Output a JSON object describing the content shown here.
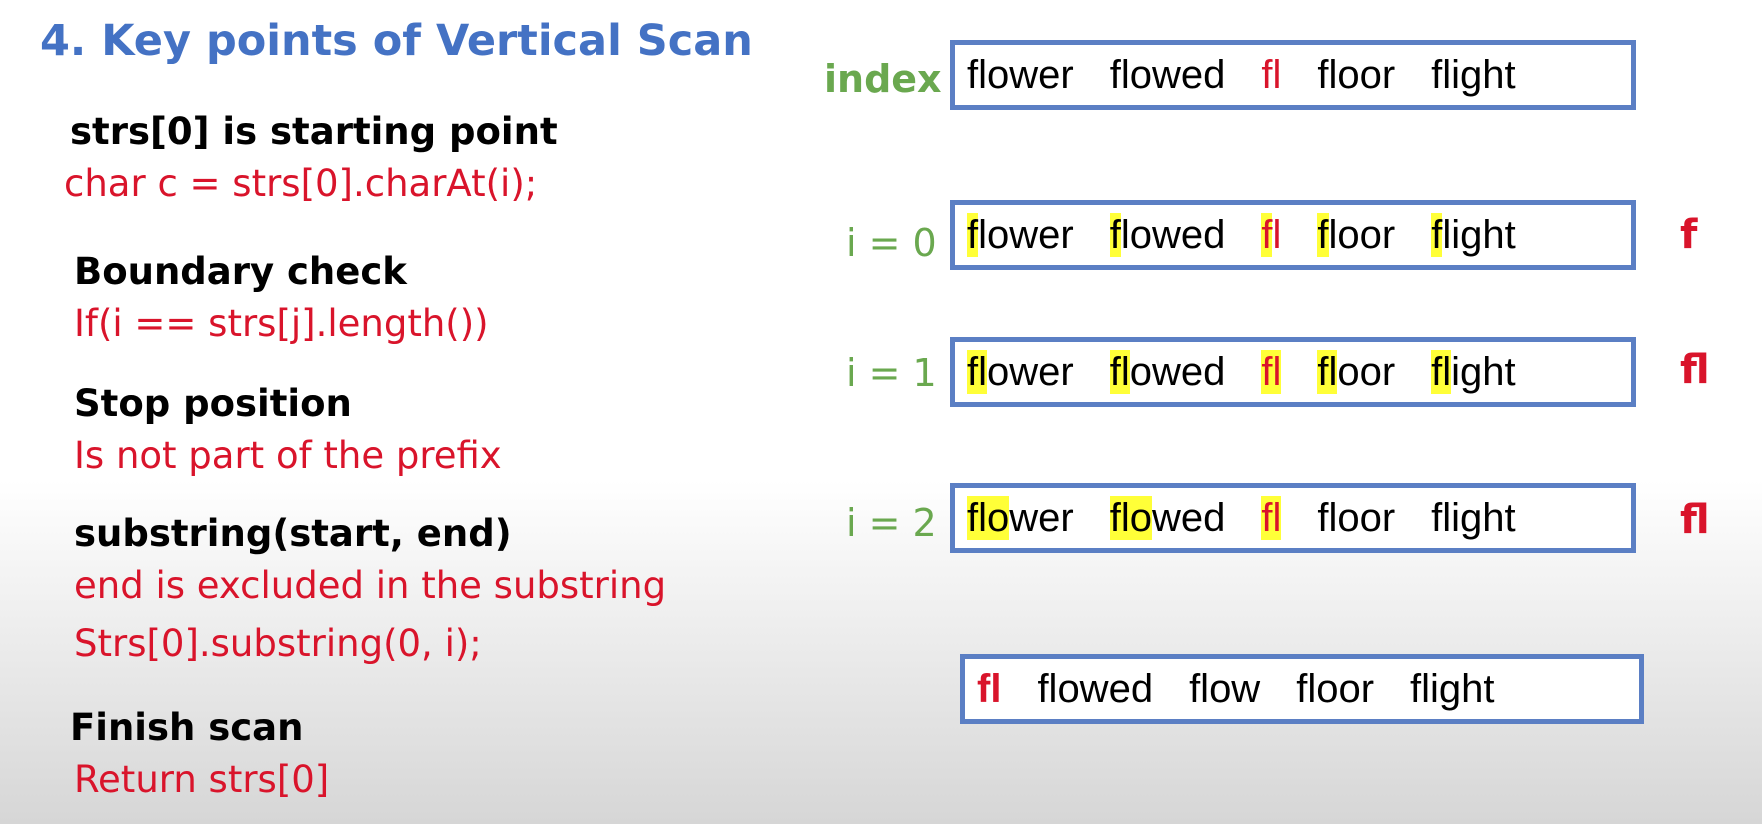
{
  "title": "4. Key points of Vertical Scan",
  "points": [
    {
      "heading": "strs[0] is starting point",
      "lines": [
        "char c = strs[0].charAt(i);"
      ]
    },
    {
      "heading": "Boundary check",
      "lines": [
        "If(i == strs[j].length())"
      ]
    },
    {
      "heading": "Stop position",
      "lines": [
        "Is not part of the prefix"
      ]
    },
    {
      "heading": "substring(start, end)",
      "lines": [
        "end is excluded in the substring",
        "Strs[0].substring(0, i);"
      ]
    },
    {
      "heading": "Finish scan",
      "lines": [
        "Return strs[0]"
      ]
    }
  ],
  "rows": [
    {
      "label": "index",
      "result": "",
      "words": [
        {
          "hl": "",
          "rest": "flower"
        },
        {
          "hl": "",
          "rest": "flowed"
        },
        {
          "hl": "",
          "rest": "fl"
        },
        {
          "hl": "",
          "rest": "floor"
        },
        {
          "hl": "",
          "rest": "flight"
        }
      ]
    },
    {
      "label": "i = 0",
      "result": "f",
      "words": [
        {
          "hl": "f",
          "rest": "lower"
        },
        {
          "hl": "f",
          "rest": "lowed"
        },
        {
          "hl": "f",
          "rest": "l"
        },
        {
          "hl": "f",
          "rest": "loor"
        },
        {
          "hl": "f",
          "rest": "light"
        }
      ]
    },
    {
      "label": "i = 1",
      "result": "fl",
      "words": [
        {
          "hl": "fl",
          "rest": "ower"
        },
        {
          "hl": "fl",
          "rest": "owed"
        },
        {
          "hl": "fl",
          "rest": ""
        },
        {
          "hl": "fl",
          "rest": "oor"
        },
        {
          "hl": "fl",
          "rest": "ight"
        }
      ]
    },
    {
      "label": "i = 2",
      "result": "fl",
      "words": [
        {
          "hl": "flo",
          "rest": "wer"
        },
        {
          "hl": "flo",
          "rest": "wed"
        },
        {
          "hl": "fl",
          "rest": ""
        },
        {
          "hl": "",
          "rest": "floor"
        },
        {
          "hl": "",
          "rest": "flight"
        }
      ]
    }
  ],
  "bottom_row": [
    "fl",
    "flowed",
    "flow",
    "floor",
    "flight"
  ],
  "colors": {
    "title": "#4472C4",
    "red": "#D9142B",
    "green": "#6AA84F",
    "box_border": "#5B7FC4",
    "highlight": "#FFFF38"
  }
}
